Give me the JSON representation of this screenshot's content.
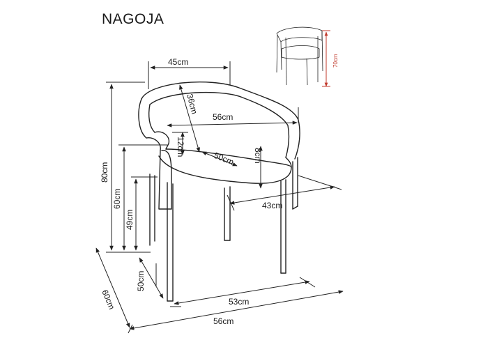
{
  "product": {
    "name": "NAGOJA"
  },
  "dimensions": {
    "back_width": "45cm",
    "back_height": "36cm",
    "total_width": "56cm",
    "armrest_height_above_seat": "12cm",
    "seat_depth_diag": "50cm",
    "seat_thickness": "8cm",
    "seat_width": "43cm",
    "total_height": "80cm",
    "armrest_height": "60cm",
    "seat_height": "49cm",
    "base_depth": "50cm",
    "base_width": "53cm",
    "overall_depth": "60cm",
    "overall_width": "56cm",
    "thumb_height": "70cm"
  }
}
